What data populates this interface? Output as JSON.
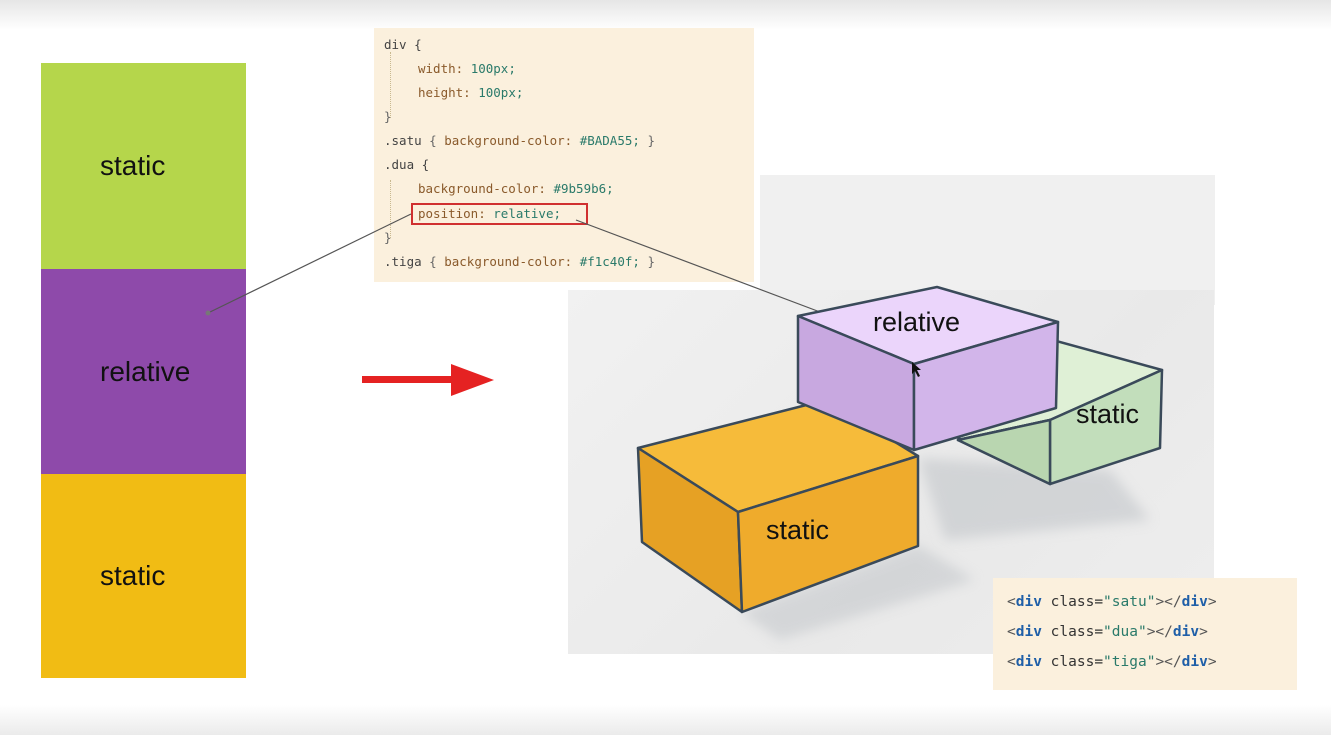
{
  "labels": {
    "left_top": "static",
    "left_middle": "relative",
    "left_bottom": "static",
    "cube_relative": "relative",
    "cube_static_green": "static",
    "cube_static_orange": "static"
  },
  "colors": {
    "satu": "#b5d64b",
    "dua": "#8e4aaa",
    "tiga": "#f1bc14",
    "arrow": "#e52222",
    "cube_orange": "#f1ab2e",
    "cube_purple": "#d8bdf0",
    "cube_green": "#cde6c5"
  },
  "css_code": {
    "l1": "div {",
    "l2_prop": "width:",
    "l2_val": "100px;",
    "l3_prop": "height:",
    "l3_val": "100px;",
    "l4": "}",
    "l5_sel": ".satu",
    "l5_open": "{",
    "l5_prop": "background-color:",
    "l5_val": "#BADA55;",
    "l5_close": "}",
    "l6": ".dua {",
    "l7_prop": "background-color:",
    "l7_val": "#9b59b6;",
    "l8_prop": "position:",
    "l8_val": "relative;",
    "l9": "}",
    "l10_sel": ".tiga",
    "l10_open": "{",
    "l10_prop": "background-color:",
    "l10_val": "#f1c40f;",
    "l10_close": "}"
  },
  "html_code": [
    {
      "open_lt": "<",
      "tag": "div",
      "attr": " class=",
      "value": "\"satu\"",
      "mid": "></",
      "close_tag": "div",
      "end": ">"
    },
    {
      "open_lt": "<",
      "tag": "div",
      "attr": " class=",
      "value": "\"dua\"",
      "mid": "></",
      "close_tag": "div",
      "end": ">"
    },
    {
      "open_lt": "<",
      "tag": "div",
      "attr": " class=",
      "value": "\"tiga\"",
      "mid": "></",
      "close_tag": "div",
      "end": ">"
    }
  ]
}
